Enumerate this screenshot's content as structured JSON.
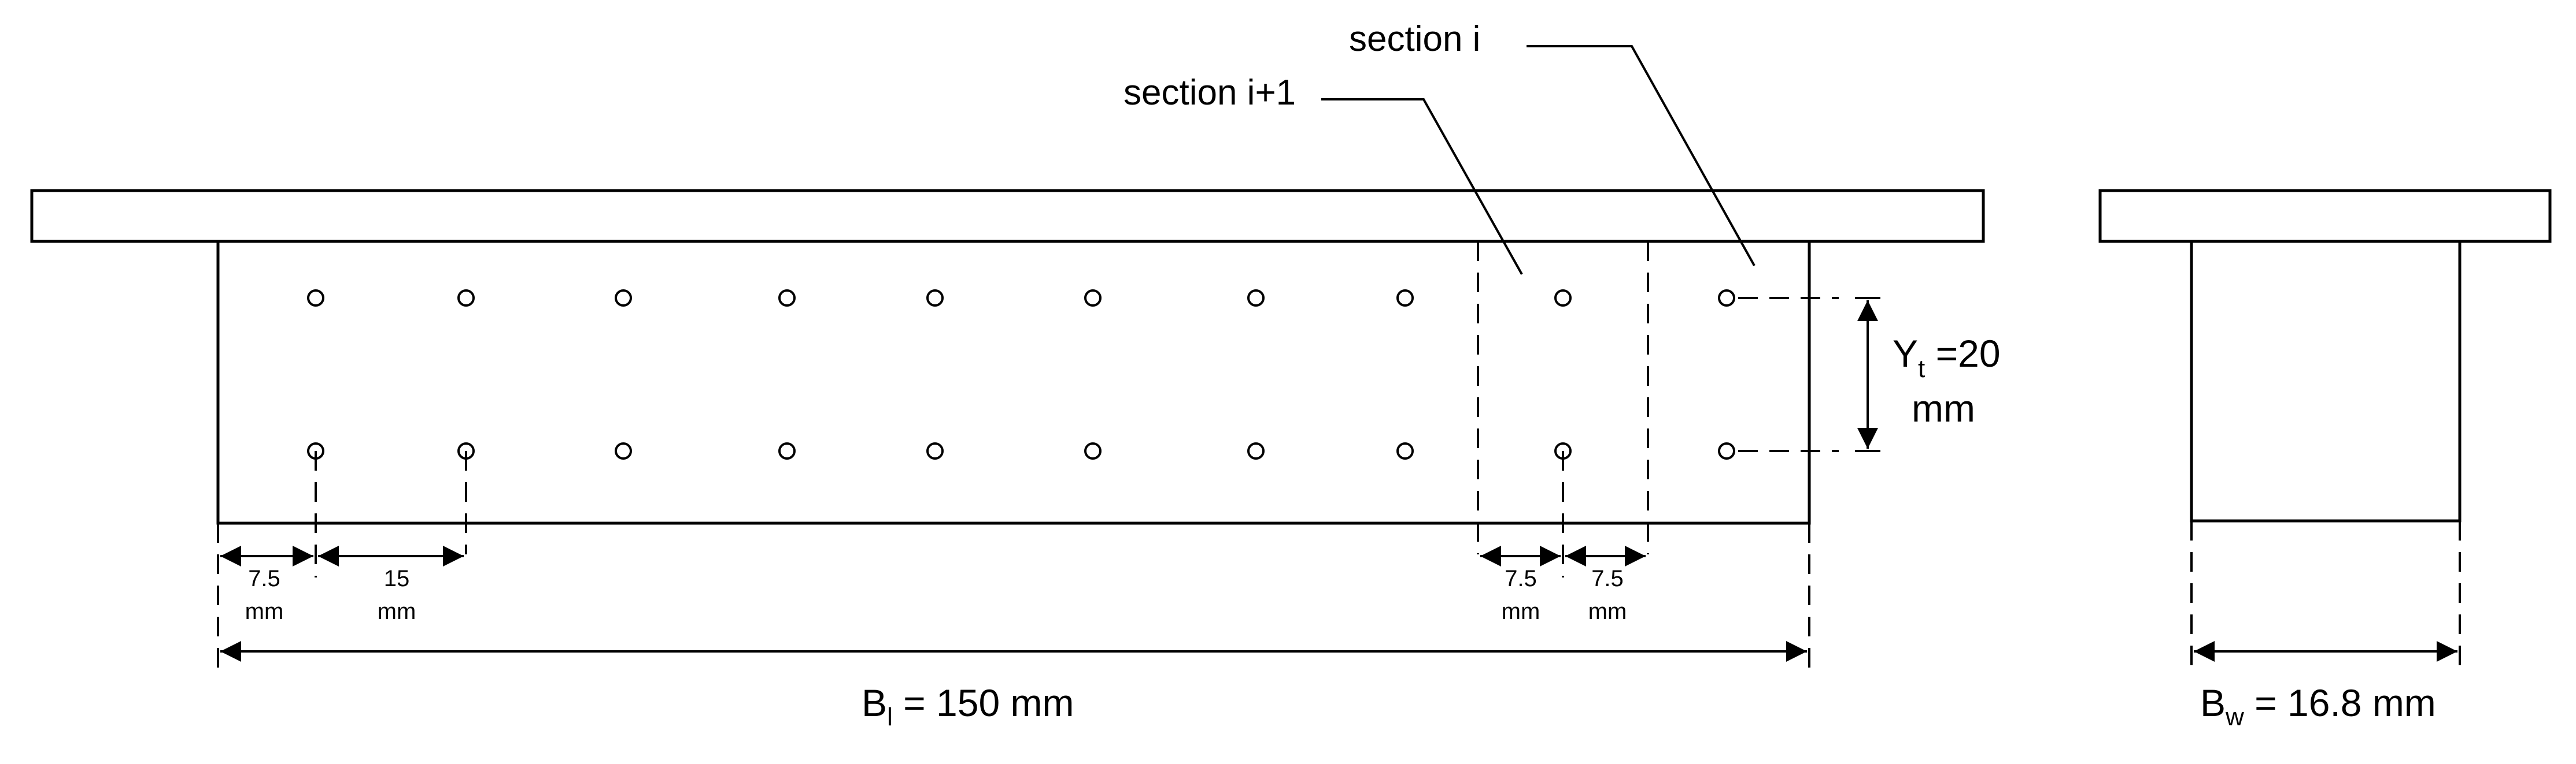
{
  "labels": {
    "section_i": "section i",
    "section_i_plus_1": "section i+1",
    "dim_7_5_left_value": "7.5",
    "dim_7_5_left_unit": "mm",
    "dim_15_value": "15",
    "dim_15_unit": "mm",
    "dim_7_5_a_value": "7.5",
    "dim_7_5_a_unit": "mm",
    "dim_7_5_b_value": "7.5",
    "dim_7_5_b_unit": "mm",
    "yt_main": "Y",
    "yt_sub": "t",
    "yt_value": " =20",
    "yt_unit": "mm",
    "bl_main": "B",
    "bl_sub": "l",
    "bl_value": " = 150 mm",
    "bw_main": "B",
    "bw_sub": "w",
    "bw_value": " = 16.8 mm"
  },
  "colors": {
    "stroke": "#000000",
    "background": "#ffffff"
  }
}
